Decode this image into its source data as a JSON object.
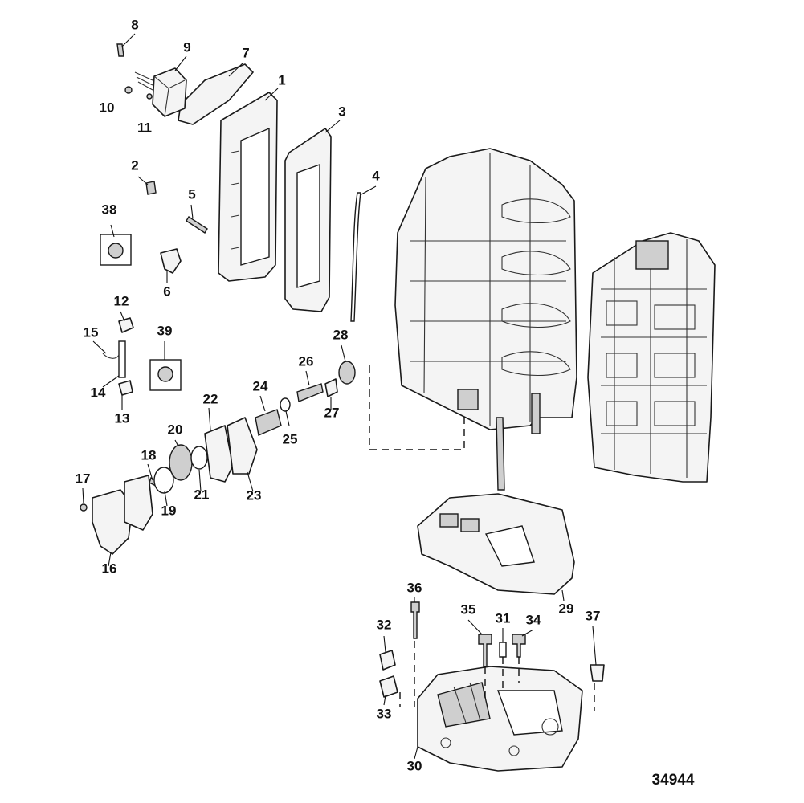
{
  "figure_id": "34944",
  "callouts": [
    {
      "id": "c1",
      "label": "1"
    },
    {
      "id": "c2",
      "label": "2"
    },
    {
      "id": "c3",
      "label": "3"
    },
    {
      "id": "c4",
      "label": "4"
    },
    {
      "id": "c5",
      "label": "5"
    },
    {
      "id": "c6",
      "label": "6"
    },
    {
      "id": "c7",
      "label": "7"
    },
    {
      "id": "c8",
      "label": "8"
    },
    {
      "id": "c9",
      "label": "9"
    },
    {
      "id": "c10",
      "label": "10"
    },
    {
      "id": "c11",
      "label": "11"
    },
    {
      "id": "c12",
      "label": "12"
    },
    {
      "id": "c13",
      "label": "13"
    },
    {
      "id": "c14",
      "label": "14"
    },
    {
      "id": "c15",
      "label": "15"
    },
    {
      "id": "c16",
      "label": "16"
    },
    {
      "id": "c17",
      "label": "17"
    },
    {
      "id": "c18",
      "label": "18"
    },
    {
      "id": "c19",
      "label": "19"
    },
    {
      "id": "c20",
      "label": "20"
    },
    {
      "id": "c21",
      "label": "21"
    },
    {
      "id": "c22",
      "label": "22"
    },
    {
      "id": "c23",
      "label": "23"
    },
    {
      "id": "c24",
      "label": "24"
    },
    {
      "id": "c25",
      "label": "25"
    },
    {
      "id": "c26",
      "label": "26"
    },
    {
      "id": "c27",
      "label": "27"
    },
    {
      "id": "c28",
      "label": "28"
    },
    {
      "id": "c29",
      "label": "29"
    },
    {
      "id": "c30",
      "label": "30"
    },
    {
      "id": "c31",
      "label": "31"
    },
    {
      "id": "c32",
      "label": "32"
    },
    {
      "id": "c33",
      "label": "33"
    },
    {
      "id": "c34",
      "label": "34"
    },
    {
      "id": "c35",
      "label": "35"
    },
    {
      "id": "c36",
      "label": "36"
    },
    {
      "id": "c37",
      "label": "37"
    },
    {
      "id": "c38",
      "label": "38"
    },
    {
      "id": "c39",
      "label": "39"
    }
  ]
}
